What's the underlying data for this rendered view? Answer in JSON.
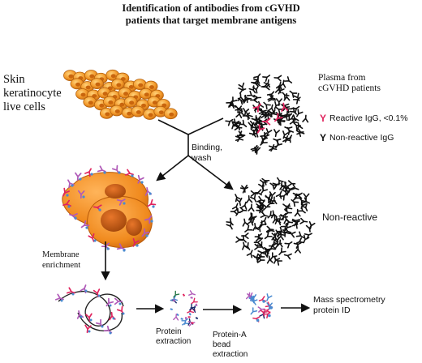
{
  "title_line1": "Identification of antibodies from cGVHD",
  "title_line2": "patients that target membrane antigens",
  "skin_label": [
    "Skin",
    "keratinocyte",
    "live cells"
  ],
  "plasma_label": [
    "Plasma from",
    "cGVHD patients"
  ],
  "legend": {
    "reactive_glyph": "Y",
    "reactive": "Reactive IgG, <0.1%",
    "nonreactive_glyph": "Y",
    "nonreactive": "Non-reactive IgG"
  },
  "binding_label": [
    "Binding,",
    "wash"
  ],
  "nonreactive_label": "Non-reactive",
  "membrane_label": [
    "Membrane",
    "enrichment"
  ],
  "protein_extraction_label": [
    "Protein",
    "extraction"
  ],
  "proteinA_label": [
    "Protein-A",
    "bead",
    "extraction"
  ],
  "ms_label": [
    "Mass spectrometry",
    "protein ID"
  ],
  "colors": {
    "cell_orange": "#f39a2b",
    "reactive_red": "#e0245e",
    "nonreactive_black": "#111111"
  },
  "icons": [
    "antibody-y-icon",
    "cell-cluster-icon",
    "arrow-icon"
  ]
}
